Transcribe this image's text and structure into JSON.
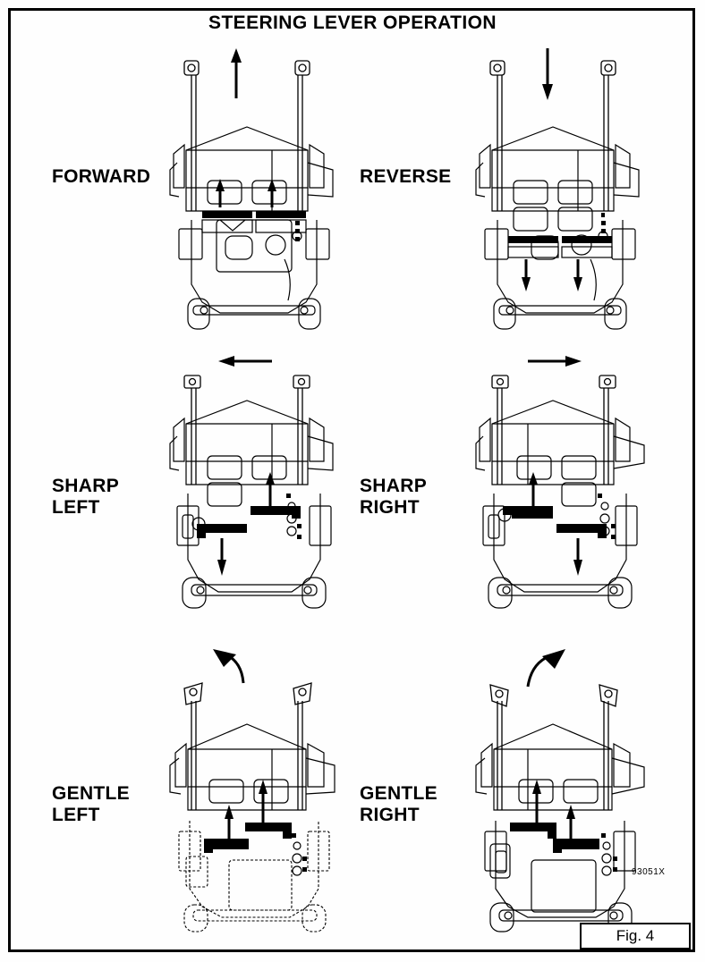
{
  "page": {
    "title": "STEERING LEVER OPERATION",
    "figure_label": "Fig. 4",
    "part_code": "93051X",
    "border_color": "#000000",
    "background_color": "#ffffff"
  },
  "panels": [
    {
      "id": "forward",
      "label": "FORWARD",
      "direction_arrow": "up",
      "left_lever": "forward",
      "right_lever": "forward",
      "lever_arrows": [
        "up",
        "up"
      ]
    },
    {
      "id": "reverse",
      "label": "REVERSE",
      "direction_arrow": "down",
      "left_lever": "back",
      "right_lever": "back",
      "lever_arrows": [
        "down",
        "down"
      ]
    },
    {
      "id": "sharp-left",
      "label": "SHARP\nLEFT",
      "direction_arrow": "left",
      "left_lever": "back",
      "right_lever": "forward",
      "lever_arrows": [
        "down",
        "up"
      ]
    },
    {
      "id": "sharp-right",
      "label": "SHARP\nRIGHT",
      "direction_arrow": "right",
      "left_lever": "forward",
      "right_lever": "back",
      "lever_arrows": [
        "up",
        "down"
      ]
    },
    {
      "id": "gentle-left",
      "label": "GENTLE\nLEFT",
      "direction_arrow": "curve-left",
      "left_lever": "forward-partial",
      "right_lever": "forward",
      "lever_arrows": [
        "up",
        "up"
      ]
    },
    {
      "id": "gentle-right",
      "label": "GENTLE\nRIGHT",
      "direction_arrow": "curve-right",
      "left_lever": "forward",
      "right_lever": "forward-partial",
      "lever_arrows": [
        "up",
        "up"
      ]
    }
  ]
}
